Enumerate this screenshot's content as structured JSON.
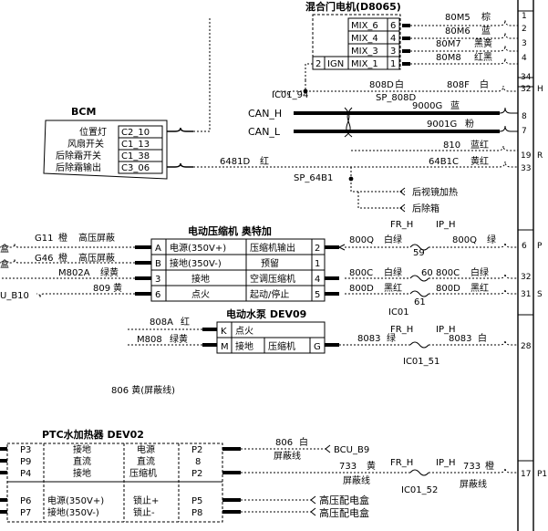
{
  "motor": {
    "title": "混合门电机(D8065)",
    "pins": [
      {
        "name": "MIX_6",
        "num": "6",
        "wire": "80M5",
        "color": "棕",
        "conn": "1"
      },
      {
        "name": "MIX_4",
        "num": "4",
        "wire": "80M6",
        "color": "蓝",
        "conn": "2"
      },
      {
        "name": "MIX_3",
        "num": "3",
        "wire": "80M7",
        "color": "黑黄",
        "conn": "3"
      },
      {
        "name": "MIX_1",
        "num": "1",
        "wire": "80M8",
        "color": "红黑",
        "conn": "4"
      }
    ],
    "ign_num": "2",
    "ign_label": "IGN"
  },
  "bcm": {
    "title": "BCM",
    "rows": [
      {
        "label": "位置灯",
        "pin": "C2_10"
      },
      {
        "label": "风扇开关",
        "pin": "C1_13"
      },
      {
        "label": "后除霜开关",
        "pin": "C1_38"
      },
      {
        "label": "后除霜输出",
        "pin": "C3_06"
      }
    ]
  },
  "wires": {
    "w808d": "808D",
    "w808d_c": "白",
    "ic01_94": "IC01_94",
    "sp808d": "SP_808D",
    "w808f": "808F",
    "w808f_c": "白",
    "canh": "CAN_H",
    "canl": "CAN_L",
    "w9000g": "9000G",
    "w9000g_c": "蓝",
    "w9001g": "9001G",
    "w9001g_c": "粉",
    "w810": "810",
    "w810_c": "蓝红",
    "w6481d": "6481D",
    "w6481d_c": "红",
    "w64b1c": "64B1C",
    "w64b1c_c": "黄红",
    "sp64b1": "SP_64B1",
    "mirror": "后视镜加热",
    "rear_defrost": "后除箱"
  },
  "right_conn": [
    "1",
    "2",
    "3",
    "4",
    "34",
    "32",
    "8",
    "7",
    "19",
    "33",
    "6",
    "32",
    "31",
    "28",
    "17"
  ],
  "right_labels": [
    "H",
    "R",
    "P",
    "S",
    "P1"
  ],
  "compressor": {
    "title": "电动压缩机  奥特加",
    "rows": [
      {
        "lnum": "A",
        "left": "电源(350V+)",
        "right": "压缩机输出",
        "rnum": "2"
      },
      {
        "lnum": "B",
        "left": "接地(350V-)",
        "right": "预留",
        "rnum": "1"
      },
      {
        "lnum": "3",
        "left": "接地",
        "right": "空调压缩机",
        "rnum": "4"
      },
      {
        "lnum": "6",
        "left": "点火",
        "right": "起动/停止",
        "rnum": "5"
      }
    ],
    "left_wires": [
      {
        "code": "G11",
        "color": "橙",
        "note": "高压屏蔽"
      },
      {
        "code": "G46",
        "color": "橙",
        "note": "高压屏蔽"
      },
      {
        "code": "M802A",
        "color": "绿黄"
      },
      {
        "code": "809",
        "color": "黄"
      }
    ],
    "edge_left1": "盒",
    "edge_left2": "盒",
    "edge_left3": "U_B10"
  },
  "comp_right": {
    "fr_h": "FR_H",
    "ip_h": "IP_H",
    "w800q": "800Q",
    "w800q_c": "白绿",
    "n59": "59",
    "w800q2": "800Q",
    "w800q2_c": "绿",
    "w800c": "800C",
    "w800c_c": "白绿",
    "n60": "60",
    "w800c2": "800C",
    "w800c2_c": "白绿",
    "w800d": "800D",
    "w800d_c": "黑红",
    "n61": "61",
    "w800d2": "800D",
    "w800d2_c": "黑红",
    "ic01": "IC01"
  },
  "pump": {
    "title": "电动水泵  DEV09",
    "rows": [
      {
        "lnum": "K",
        "left": "点火",
        "right": "",
        "rnum": ""
      },
      {
        "lnum": "M",
        "left": "接地",
        "right": "压缩机",
        "rnum": "G"
      }
    ],
    "left_wires": [
      {
        "code": "808A",
        "color": "红"
      },
      {
        "code": "M808",
        "color": "绿黄"
      }
    ],
    "w8083": "8083",
    "w8083_c": "绿",
    "fr_h": "FR_H",
    "ip_h": "IP_H",
    "w8083b": "8083",
    "w8083b_c": "白",
    "ic": "IC01_51"
  },
  "note_806": "806 黄(屏蔽线)",
  "ptc": {
    "title": "PTC水加热器  DEV02",
    "rows": [
      {
        "lnum": "P3",
        "a": "接地",
        "b": "电源",
        "rnum": "P2"
      },
      {
        "lnum": "P9",
        "a": "直流",
        "b": "直流",
        "rnum": "8"
      },
      {
        "lnum": "P4",
        "a": "接地",
        "b": "压缩机",
        "rnum": "P2"
      },
      {
        "lnum": "P6",
        "a": "电源(350V+)",
        "b": "锁止+",
        "rnum": "P5"
      },
      {
        "lnum": "P7",
        "a": "接地(350V-)",
        "b": "锁止-",
        "rnum": "P8"
      }
    ],
    "w806": "806",
    "w806_c": "白",
    "w806_n": "屏蔽线",
    "bcu": "BCU_B9",
    "w733": "733",
    "w733_c": "黄",
    "w733_n": "屏蔽线",
    "fr_h": "FR_H",
    "ip_h": "IP_H",
    "ic": "IC01_52",
    "w733b": "733",
    "w733b_c": "橙",
    "w733b_n": "屏蔽线",
    "hv1": "高压配电盒",
    "hv2": "高压配电盒"
  }
}
